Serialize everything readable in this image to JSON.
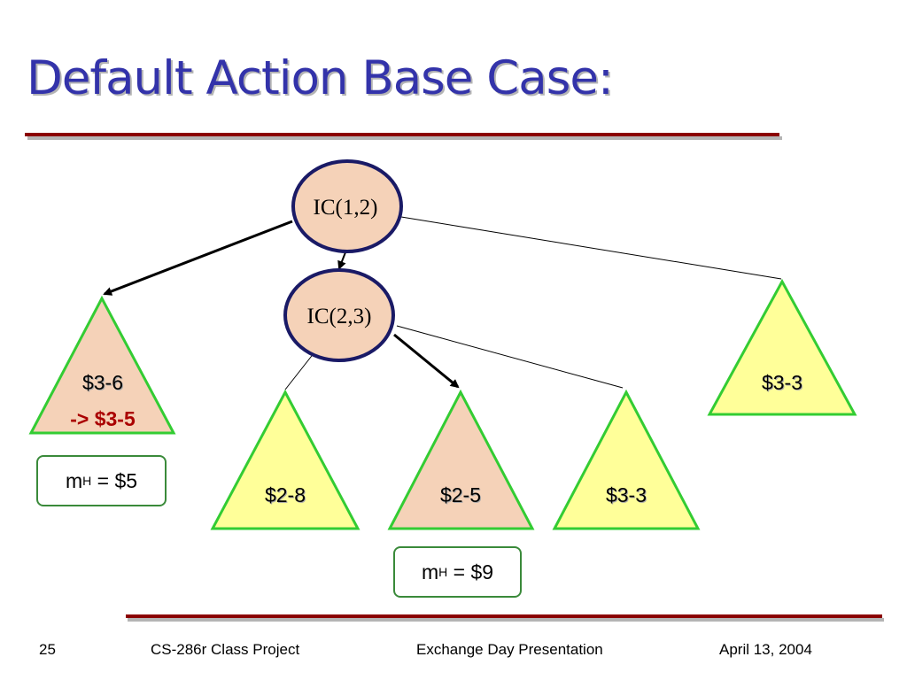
{
  "slide": {
    "title": "Default Action Base Case:"
  },
  "nodes": {
    "root": "IC(1,2)",
    "child": "IC(2,3)"
  },
  "leaves": {
    "left": "$3-6",
    "left_update": "-> $3-5",
    "right": "$3-3",
    "child_left": "$2-8",
    "child_mid": "$2-5",
    "child_right": "$3-3"
  },
  "annotations": {
    "mh_left": {
      "var": "m",
      "sub": "H",
      "rest": " = $5"
    },
    "mh_mid": {
      "var": "m",
      "sub": "H",
      "rest": " = $9"
    }
  },
  "footer": {
    "page_number": "25",
    "course": "CS-286r Class Project",
    "event": "Exchange Day Presentation",
    "date": "April 13, 2004"
  },
  "colors": {
    "title": "#3333aa",
    "rule": "#8b0000",
    "node_fill": "#f5d2b8",
    "node_stroke": "#1a1a66",
    "leaf_fill_yellow": "#ffff99",
    "leaf_fill_peach": "#f5d2b8",
    "leaf_stroke": "#33cc33",
    "update_text": "#aa0000",
    "box_border": "#3a8a3a"
  }
}
